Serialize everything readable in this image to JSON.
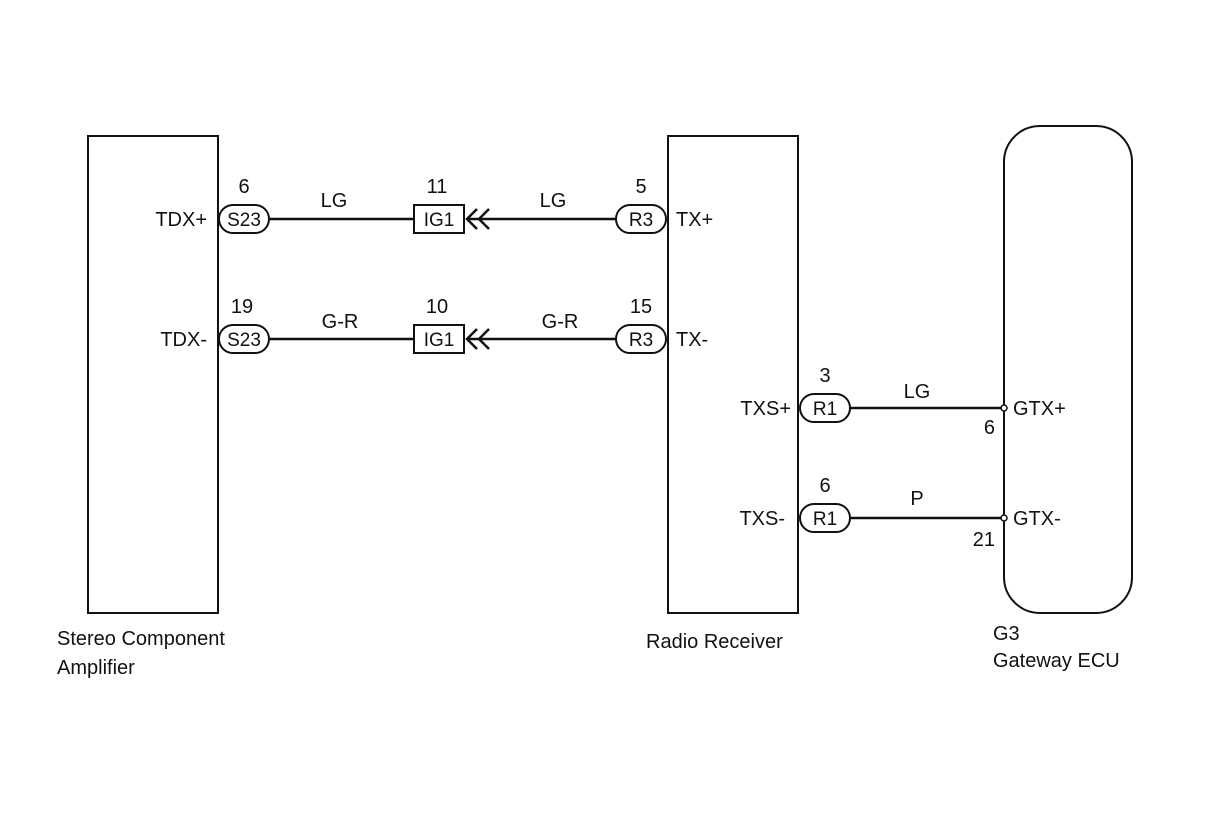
{
  "components": {
    "amplifier": {
      "name_line1": "Stereo Component",
      "name_line2": "Amplifier"
    },
    "radio": {
      "name": "Radio Receiver"
    },
    "gateway": {
      "code": "G3",
      "name": "Gateway ECU"
    }
  },
  "terminals": {
    "tdx_plus": "TDX+",
    "tdx_minus": "TDX-",
    "tx_plus": "TX+",
    "tx_minus": "TX-",
    "txs_plus": "TXS+",
    "txs_minus": "TXS-",
    "gtx_plus": "GTX+",
    "gtx_minus": "GTX-"
  },
  "connectors": {
    "s23_top": {
      "id": "S23",
      "pin": "6"
    },
    "s23_bottom": {
      "id": "S23",
      "pin": "19"
    },
    "ig1_top": {
      "id": "IG1",
      "pin": "11"
    },
    "ig1_bottom": {
      "id": "IG1",
      "pin": "10"
    },
    "r3_top": {
      "id": "R3",
      "pin": "5"
    },
    "r3_bottom": {
      "id": "R3",
      "pin": "15"
    },
    "r1_top": {
      "id": "R1",
      "pin": "3"
    },
    "r1_bottom": {
      "id": "R1",
      "pin": "6"
    },
    "gateway_top_pin": "6",
    "gateway_bottom_pin": "21"
  },
  "wires": {
    "w1_left": "LG",
    "w1_right": "LG",
    "w2_left": "G-R",
    "w2_right": "G-R",
    "w3": "LG",
    "w4": "P"
  }
}
